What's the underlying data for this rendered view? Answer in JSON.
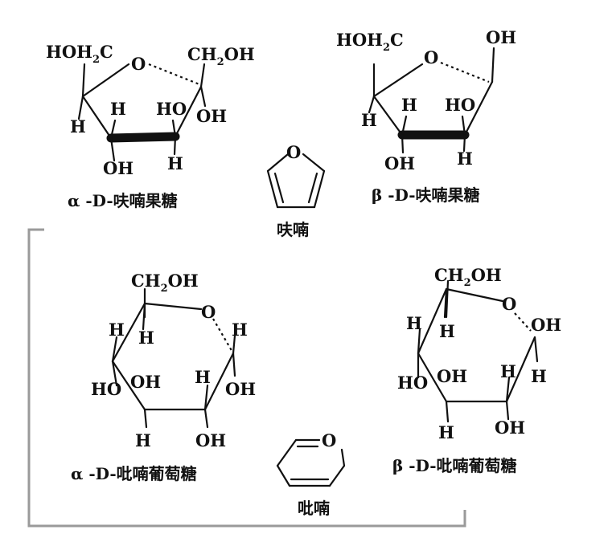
{
  "atoms": {
    "ring_o": "O",
    "h": "H",
    "oh": "OH",
    "ho": "HO",
    "hoh2c_main": "HOH",
    "hoh2c_sub": "2",
    "hoh2c_end": "C",
    "ch2oh_start": "CH",
    "ch2oh_sub": "2",
    "ch2oh_end": "OH"
  },
  "captions": {
    "alpha_fructofuranose": "α -D-呋喃果糖",
    "beta_fructofuranose": "β -D-呋喃果糖",
    "furan": "呋喃",
    "alpha_glucopyranose": "α -D-吡喃葡萄糖",
    "beta_glucopyranose": "β -D-吡喃葡萄糖",
    "pyran": "吡喃"
  },
  "colors": {
    "ink": "#111111",
    "frame": "#9a9a9a",
    "background": "#ffffff"
  }
}
